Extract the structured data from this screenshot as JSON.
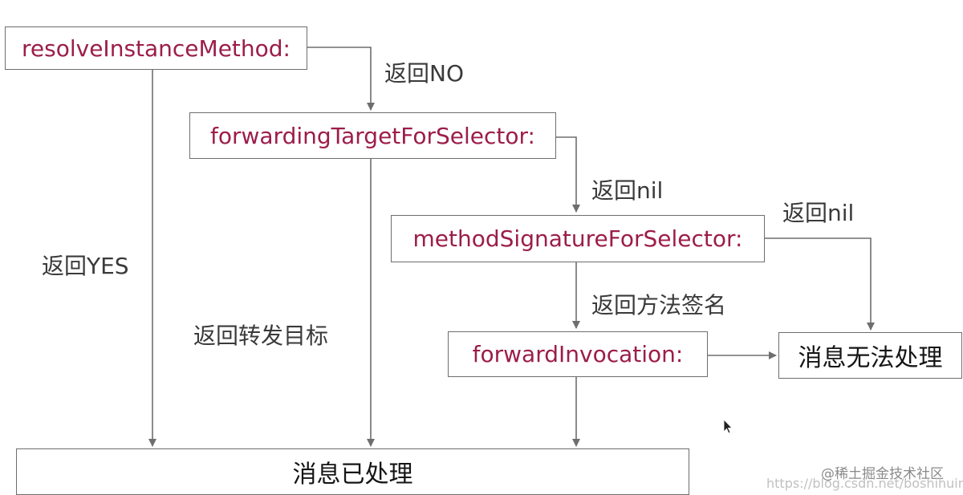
{
  "diagram": {
    "nodes": {
      "resolve": "resolveInstanceMethod:",
      "forwarding_target": "forwardingTargetForSelector:",
      "method_signature": "methodSignatureForSelector:",
      "forward_invocation": "forwardInvocation:",
      "cannot_handle": "消息无法处理",
      "handled": "消息已处理"
    },
    "edge_labels": {
      "return_no": "返回NO",
      "return_nil_1": "返回nil",
      "return_nil_2": "返回nil",
      "return_yes": "返回YES",
      "return_target": "返回转发目标",
      "return_signature": "返回方法签名"
    }
  },
  "watermark": {
    "brand": "@稀土掘金技术社区",
    "url": "https://blog.csdn.net/boshihuingge"
  },
  "colors": {
    "method_text": "#9c1d4a",
    "line": "#6e6e6e"
  }
}
